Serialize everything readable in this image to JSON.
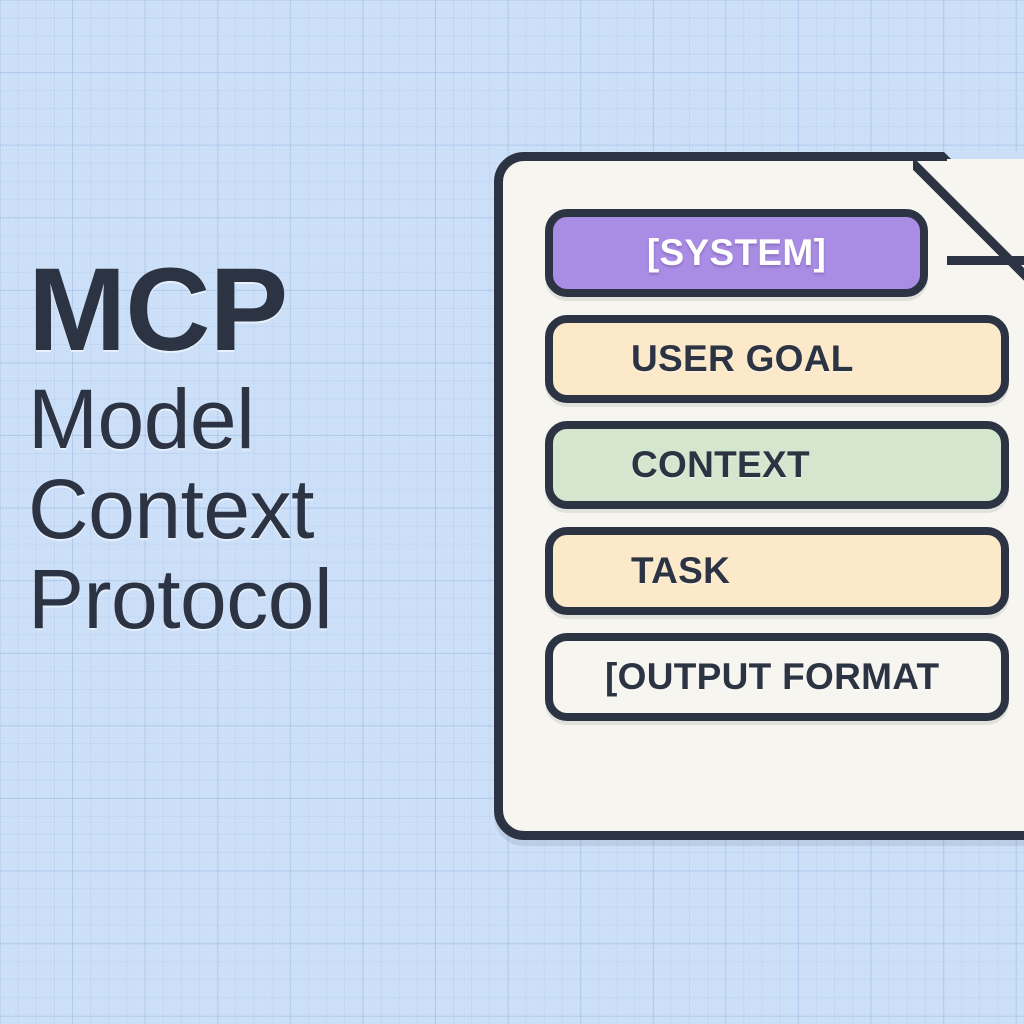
{
  "canvas": {
    "background_color": "#cbdff8",
    "grid_line_color": "#82a8d6",
    "ink_color": "#2c3444"
  },
  "wordmark": {
    "acronym": "MCP",
    "expansion_lines": [
      "Model",
      "Context",
      "Protocol"
    ],
    "color": "#2c3444"
  },
  "document_card": {
    "background_color": "#f7f5ef",
    "border_color": "#2c3444",
    "has_folded_corner": true,
    "sections": [
      {
        "label": "[SYSTEM]",
        "fill": "#a98ce3",
        "text_color": "#ffffff",
        "align": "center",
        "width_variant": "short"
      },
      {
        "label": "USER GOAL",
        "fill": "#fbe9c9",
        "text_color": "#2c3444",
        "align": "left",
        "width_variant": "full"
      },
      {
        "label": "CONTEXT",
        "fill": "#d4e6cd",
        "text_color": "#2c3444",
        "align": "left",
        "width_variant": "full"
      },
      {
        "label": "TASK",
        "fill": "#fbe9c9",
        "text_color": "#2c3444",
        "align": "left",
        "width_variant": "full"
      },
      {
        "label": "[OUTPUT FORMAT",
        "fill": "#f7f5ef",
        "text_color": "#2c3444",
        "align": "left",
        "width_variant": "full"
      }
    ]
  }
}
